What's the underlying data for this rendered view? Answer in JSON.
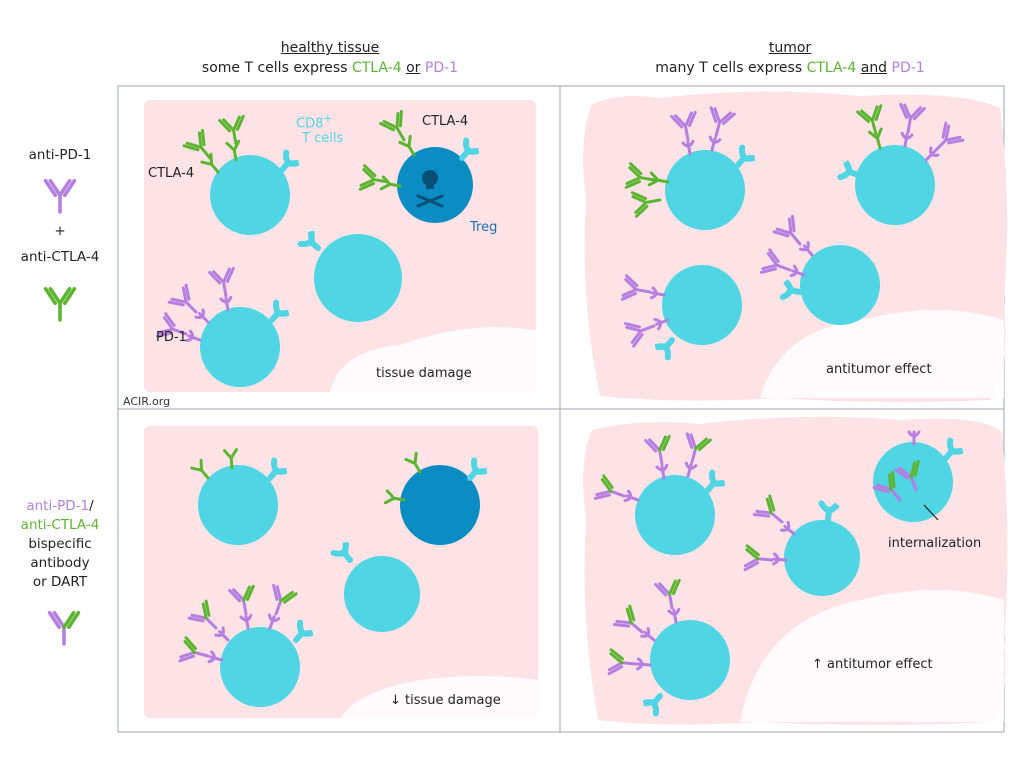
{
  "header": {
    "left_title": "healthy tissue",
    "left_sub_1": "some  T cells  express ",
    "left_sub_ctla4": "CTLA-4",
    "left_sub_or": "or",
    "left_sub_pd1": "PD-1",
    "right_title": "tumor",
    "right_sub_1": "many  T cells  express ",
    "right_sub_ctla4": "CTLA-4",
    "right_sub_and": "and",
    "right_sub_pd1": "PD-1"
  },
  "side": {
    "anti_pd1": "anti-PD-1",
    "plus": "+",
    "anti_ctla4": "anti-CTLA-4",
    "bi_pd1": "anti-PD-1",
    "bi_slash": "/",
    "bi_ctla4": "anti-CTLA-4",
    "bi_rest_1": "bispecific",
    "bi_rest_2": "antibody",
    "bi_rest_3": "or DART"
  },
  "panels": {
    "p1": {
      "cd8": "CD8",
      "cd8_sup": "+",
      "tcells": "T cells",
      "ctla4_a": "CTLA-4",
      "ctla4_b": "CTLA-4",
      "pd1": "PD-1",
      "treg": "Treg",
      "effect": "tissue damage",
      "credit": "ACIR.org"
    },
    "p2": {
      "effect": "antitumor effect"
    },
    "p3": {
      "effect": "↓ tissue damage"
    },
    "p4": {
      "effect": "↑ antitumor effect",
      "internalization": "internalization"
    }
  },
  "colors": {
    "cell": "#4fd5e4",
    "treg": "#0b8cc3",
    "pink": "#fde3e6",
    "pd1": "#b47fe0",
    "ctla4": "#5cb531",
    "grid": "#9aa6ad",
    "treg_label": "#1c6fb0"
  }
}
